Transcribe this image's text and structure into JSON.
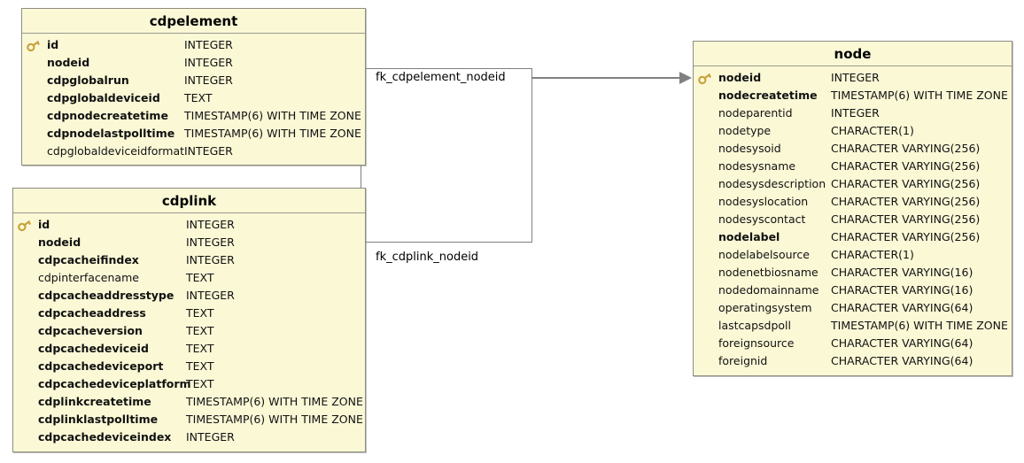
{
  "diagram": {
    "type": "entity-relationship-diagram",
    "accent_bg": "#FBF8D6",
    "border_color": "#8d8d82",
    "connector_color": "#808080",
    "key_icon_color": "#C8A13C"
  },
  "entities": [
    {
      "name": "cdpelement",
      "columns": [
        {
          "name": "id",
          "type": "INTEGER",
          "pk": true,
          "bold": true
        },
        {
          "name": "nodeid",
          "type": "INTEGER",
          "pk": false,
          "bold": true
        },
        {
          "name": "cdpglobalrun",
          "type": "INTEGER",
          "pk": false,
          "bold": true
        },
        {
          "name": "cdpglobaldeviceid",
          "type": "TEXT",
          "pk": false,
          "bold": true
        },
        {
          "name": "cdpnodecreatetime",
          "type": "TIMESTAMP(6) WITH TIME ZONE",
          "pk": false,
          "bold": true
        },
        {
          "name": "cdpnodelastpolltime",
          "type": "TIMESTAMP(6) WITH TIME ZONE",
          "pk": false,
          "bold": true
        },
        {
          "name": "cdpglobaldeviceidformat",
          "type": "INTEGER",
          "pk": false,
          "bold": false
        }
      ]
    },
    {
      "name": "cdplink",
      "columns": [
        {
          "name": "id",
          "type": "INTEGER",
          "pk": true,
          "bold": true
        },
        {
          "name": "nodeid",
          "type": "INTEGER",
          "pk": false,
          "bold": true
        },
        {
          "name": "cdpcacheifindex",
          "type": "INTEGER",
          "pk": false,
          "bold": true
        },
        {
          "name": "cdpinterfacename",
          "type": "TEXT",
          "pk": false,
          "bold": false
        },
        {
          "name": "cdpcacheaddresstype",
          "type": "INTEGER",
          "pk": false,
          "bold": true
        },
        {
          "name": "cdpcacheaddress",
          "type": "TEXT",
          "pk": false,
          "bold": true
        },
        {
          "name": "cdpcacheversion",
          "type": "TEXT",
          "pk": false,
          "bold": true
        },
        {
          "name": "cdpcachedeviceid",
          "type": "TEXT",
          "pk": false,
          "bold": true
        },
        {
          "name": "cdpcachedeviceport",
          "type": "TEXT",
          "pk": false,
          "bold": true
        },
        {
          "name": "cdpcachedeviceplatform",
          "type": "TEXT",
          "pk": false,
          "bold": true
        },
        {
          "name": "cdplinkcreatetime",
          "type": "TIMESTAMP(6) WITH TIME ZONE",
          "pk": false,
          "bold": true
        },
        {
          "name": "cdplinklastpolltime",
          "type": "TIMESTAMP(6) WITH TIME ZONE",
          "pk": false,
          "bold": true
        },
        {
          "name": "cdpcachedeviceindex",
          "type": "INTEGER",
          "pk": false,
          "bold": true
        }
      ]
    },
    {
      "name": "node",
      "columns": [
        {
          "name": "nodeid",
          "type": "INTEGER",
          "pk": true,
          "bold": true
        },
        {
          "name": "nodecreatetime",
          "type": "TIMESTAMP(6) WITH TIME ZONE",
          "pk": false,
          "bold": true
        },
        {
          "name": "nodeparentid",
          "type": "INTEGER",
          "pk": false,
          "bold": false
        },
        {
          "name": "nodetype",
          "type": "CHARACTER(1)",
          "pk": false,
          "bold": false
        },
        {
          "name": "nodesysoid",
          "type": "CHARACTER VARYING(256)",
          "pk": false,
          "bold": false
        },
        {
          "name": "nodesysname",
          "type": "CHARACTER VARYING(256)",
          "pk": false,
          "bold": false
        },
        {
          "name": "nodesysdescription",
          "type": "CHARACTER VARYING(256)",
          "pk": false,
          "bold": false
        },
        {
          "name": "nodesyslocation",
          "type": "CHARACTER VARYING(256)",
          "pk": false,
          "bold": false
        },
        {
          "name": "nodesyscontact",
          "type": "CHARACTER VARYING(256)",
          "pk": false,
          "bold": false
        },
        {
          "name": "nodelabel",
          "type": "CHARACTER VARYING(256)",
          "pk": false,
          "bold": true
        },
        {
          "name": "nodelabelsource",
          "type": "CHARACTER(1)",
          "pk": false,
          "bold": false
        },
        {
          "name": "nodenetbiosname",
          "type": "CHARACTER VARYING(16)",
          "pk": false,
          "bold": false
        },
        {
          "name": "nodedomainname",
          "type": "CHARACTER VARYING(16)",
          "pk": false,
          "bold": false
        },
        {
          "name": "operatingsystem",
          "type": "CHARACTER VARYING(64)",
          "pk": false,
          "bold": false
        },
        {
          "name": "lastcapsdpoll",
          "type": "TIMESTAMP(6) WITH TIME ZONE",
          "pk": false,
          "bold": false
        },
        {
          "name": "foreignsource",
          "type": "CHARACTER VARYING(64)",
          "pk": false,
          "bold": false
        },
        {
          "name": "foreignid",
          "type": "CHARACTER VARYING(64)",
          "pk": false,
          "bold": false
        }
      ]
    }
  ],
  "relationships": [
    {
      "label": "fk_cdpelement_nodeid",
      "from": "cdpelement",
      "to": "node",
      "to_column": "nodeid"
    },
    {
      "label": "fk_cdplink_nodeid",
      "from": "cdplink",
      "to": "node",
      "to_column": "nodeid"
    }
  ]
}
